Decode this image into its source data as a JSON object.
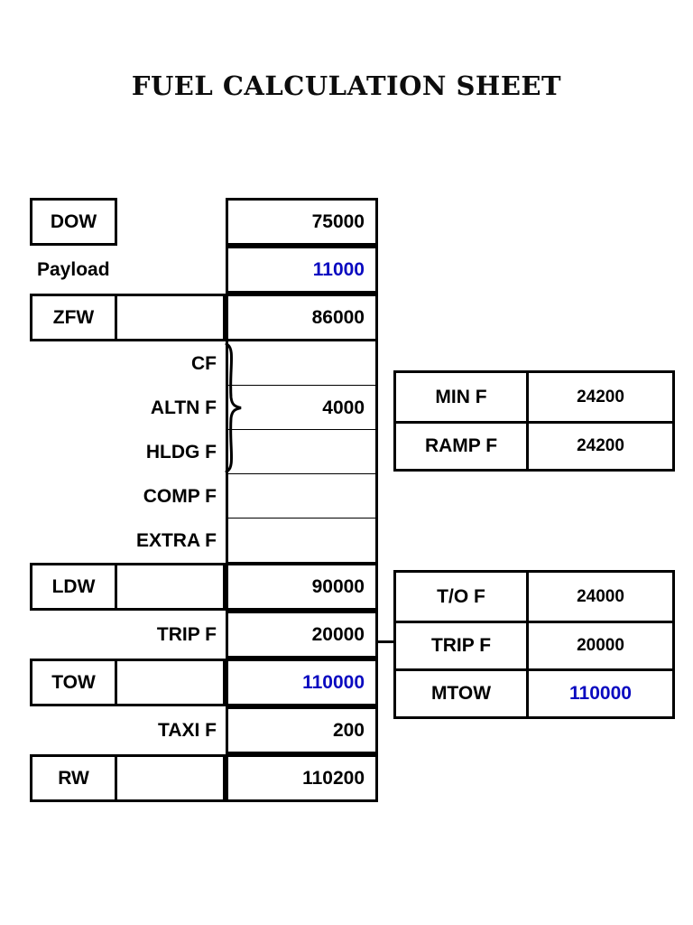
{
  "title": "FUEL CALCULATION SHEET",
  "colors": {
    "text": "#000000",
    "highlight": "#0A0AC0",
    "border": "#000000"
  },
  "left_sheet": {
    "rows": [
      {
        "label": "DOW",
        "value": "75000",
        "label_style": "boxed",
        "highlight": false
      },
      {
        "label": "Payload",
        "value": "11000",
        "label_style": "open-left",
        "highlight": true
      },
      {
        "label": "ZFW",
        "value": "86000",
        "label_style": "boxed",
        "highlight": false
      },
      {
        "label": "CF",
        "value": "",
        "label_style": "open-right",
        "highlight": false
      },
      {
        "label": "ALTN F",
        "value": "4000",
        "label_style": "open-right",
        "highlight": false
      },
      {
        "label": "HLDG F",
        "value": "",
        "label_style": "open-right",
        "highlight": false
      },
      {
        "label": "COMP F",
        "value": "",
        "label_style": "open-right",
        "highlight": false
      },
      {
        "label": "EXTRA F",
        "value": "",
        "label_style": "open-right",
        "highlight": false
      },
      {
        "label": "LDW",
        "value": "90000",
        "label_style": "boxed",
        "highlight": false
      },
      {
        "label": "TRIP F",
        "value": "20000",
        "label_style": "open-right",
        "highlight": false
      },
      {
        "label": "TOW",
        "value": "110000",
        "label_style": "boxed",
        "highlight": true
      },
      {
        "label": "TAXI F",
        "value": "200",
        "label_style": "open-right",
        "highlight": false
      },
      {
        "label": "RW",
        "value": "110200",
        "label_style": "boxed",
        "highlight": false
      }
    ],
    "brace": {
      "spans_labels": [
        "CF",
        "ALTN F",
        "HLDG F"
      ],
      "points_to_value": "4000"
    }
  },
  "min_fuel_table": {
    "rows": [
      {
        "label": "MIN F",
        "value": "24200"
      },
      {
        "label": "RAMP F",
        "value": "24200"
      }
    ]
  },
  "takeoff_table": {
    "rows": [
      {
        "label": "T/O F",
        "value": "24000",
        "highlight": false
      },
      {
        "label": "TRIP F",
        "value": "20000",
        "highlight": false
      },
      {
        "label": "MTOW",
        "value": "110000",
        "highlight": true
      }
    ]
  }
}
